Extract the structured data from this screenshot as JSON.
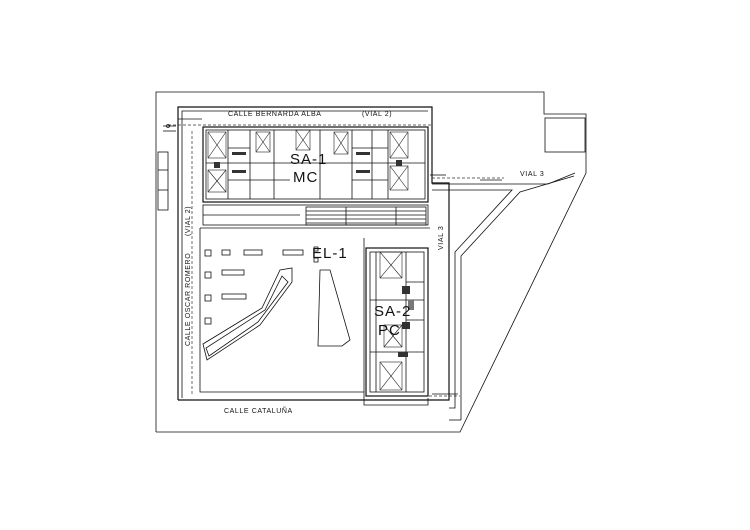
{
  "streets": {
    "north": "CALLE BERNARDA ALBA",
    "north_vial": "(VIAL 2)",
    "west": "CALLE OSCAR ROMERO",
    "west_vial": "(VIAL 2)",
    "south": "CALLE CATALUÑA",
    "vial3_east": "VIAL 3",
    "vial3_ne": "VIAL 3"
  },
  "zones": {
    "sa1": "SA-1",
    "mc": "MC",
    "el1": "EL-1",
    "sa2": "SA-2",
    "pc": "PC"
  },
  "colors": {
    "line": "#111111",
    "paper": "#ffffff",
    "shade": "#333333"
  }
}
